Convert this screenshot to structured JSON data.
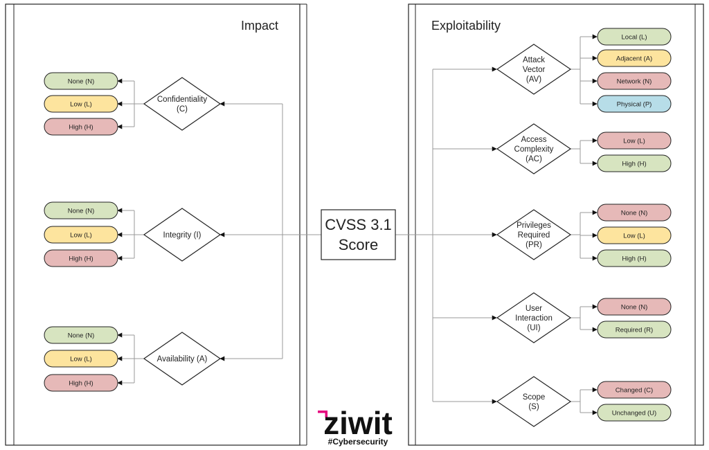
{
  "colors": {
    "none": "#d7e4c0",
    "low": "#fde49e",
    "high": "#e6b9b8",
    "physical": "#b7dde8",
    "line": "#999999",
    "border": "#222222",
    "brand_accent": "#e6007e"
  },
  "impact": {
    "title": "Impact",
    "metrics": [
      {
        "label_lines": [
          "Confidentiality",
          "(C)"
        ],
        "options": [
          {
            "label": "None (N)",
            "level": "none"
          },
          {
            "label": "Low (L)",
            "level": "low"
          },
          {
            "label": "High (H)",
            "level": "high"
          }
        ]
      },
      {
        "label_lines": [
          "Integrity (I)"
        ],
        "options": [
          {
            "label": "None (N)",
            "level": "none"
          },
          {
            "label": "Low (L)",
            "level": "low"
          },
          {
            "label": "High (H)",
            "level": "high"
          }
        ]
      },
      {
        "label_lines": [
          "Availability (A)"
        ],
        "options": [
          {
            "label": "None (N)",
            "level": "none"
          },
          {
            "label": "Low (L)",
            "level": "low"
          },
          {
            "label": "High (H)",
            "level": "high"
          }
        ]
      }
    ]
  },
  "exploitability": {
    "title": "Exploitability",
    "metrics": [
      {
        "label_lines": [
          "Attack",
          "Vector",
          "(AV)"
        ],
        "options": [
          {
            "label": "Local (L)",
            "level": "none"
          },
          {
            "label": "Adjacent (A)",
            "level": "low"
          },
          {
            "label": "Network (N)",
            "level": "high"
          },
          {
            "label": "Physical (P)",
            "level": "physical"
          }
        ]
      },
      {
        "label_lines": [
          "Access",
          "Complexity",
          "(AC)"
        ],
        "options": [
          {
            "label": "Low (L)",
            "level": "high"
          },
          {
            "label": "High (H)",
            "level": "none"
          }
        ]
      },
      {
        "label_lines": [
          "Privileges",
          "Required",
          "(PR)"
        ],
        "options": [
          {
            "label": "None (N)",
            "level": "high"
          },
          {
            "label": "Low (L)",
            "level": "low"
          },
          {
            "label": "High (H)",
            "level": "none"
          }
        ]
      },
      {
        "label_lines": [
          "User",
          "Interaction",
          "(UI)"
        ],
        "options": [
          {
            "label": "None (N)",
            "level": "high"
          },
          {
            "label": "Required (R)",
            "level": "none"
          }
        ]
      },
      {
        "label_lines": [
          "Scope",
          "(S)"
        ],
        "options": [
          {
            "label": "Changed (C)",
            "level": "high"
          },
          {
            "label": "Unchanged (U)",
            "level": "none"
          }
        ]
      }
    ]
  },
  "center": {
    "score_lines": [
      "CVSS 3.1",
      "Score"
    ]
  },
  "brand": {
    "name": "ziwit",
    "tagline": "#Cybersecurity"
  }
}
